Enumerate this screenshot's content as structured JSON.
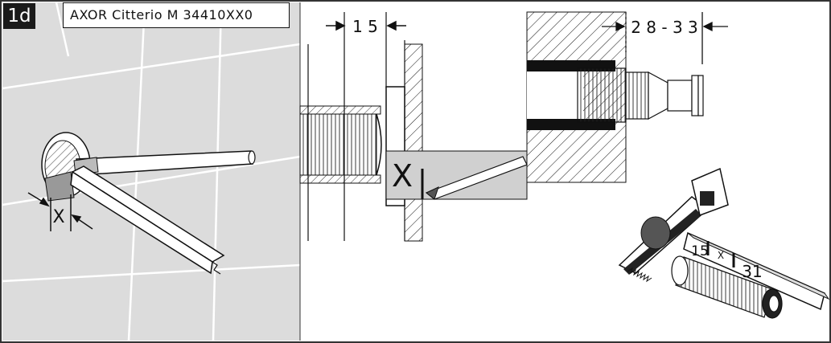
{
  "step": {
    "number": "1d"
  },
  "model": {
    "label": "AXOR Citterio M 34410XX0"
  },
  "panels": {
    "wall_view": {
      "cut_label": "X"
    },
    "pipe_section": {
      "measure": "1 5",
      "cut_label": "X"
    },
    "thread_depth": {
      "measure": "2 8 - 3 3"
    },
    "saw_cut": {
      "gauge_left": "15",
      "gauge_mid": "X",
      "gauge_right": "31"
    }
  },
  "colors": {
    "wall": "#dcdcdc",
    "tile_line": "#ffffff",
    "ink": "#111111",
    "frame": "#333333"
  }
}
